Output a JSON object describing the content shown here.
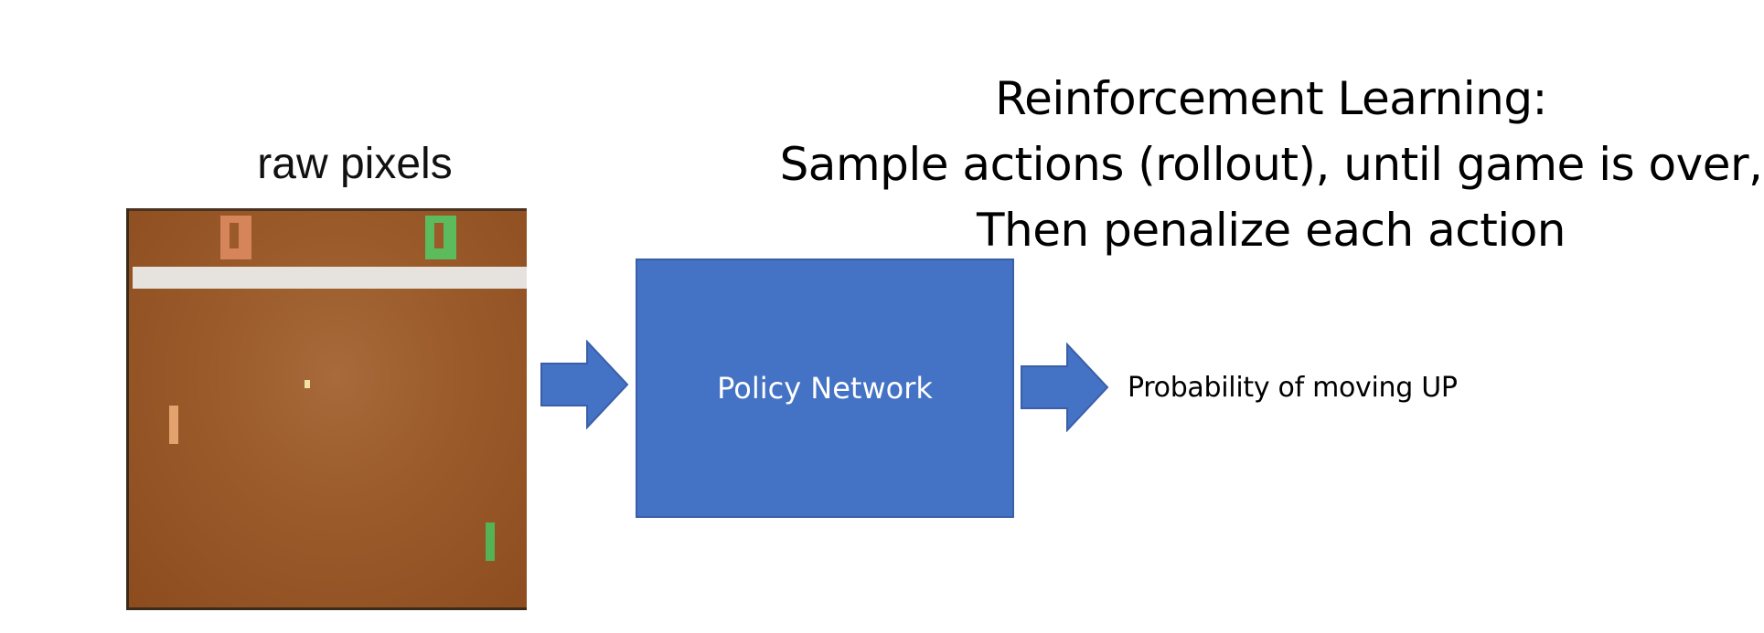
{
  "heading": {
    "line1": "Reinforcement Learning:",
    "line2": "Sample actions (rollout), until game is over,",
    "line3": "Then penalize each action"
  },
  "input": {
    "label": "raw pixels"
  },
  "model": {
    "label": "Policy Network",
    "color": "#4472c4"
  },
  "output": {
    "label": "Probability of moving UP"
  },
  "colors": {
    "arrow": "#4472c4",
    "game_background": "#9a5a2a",
    "left_player": "#e4a26e",
    "right_player": "#55b355"
  }
}
